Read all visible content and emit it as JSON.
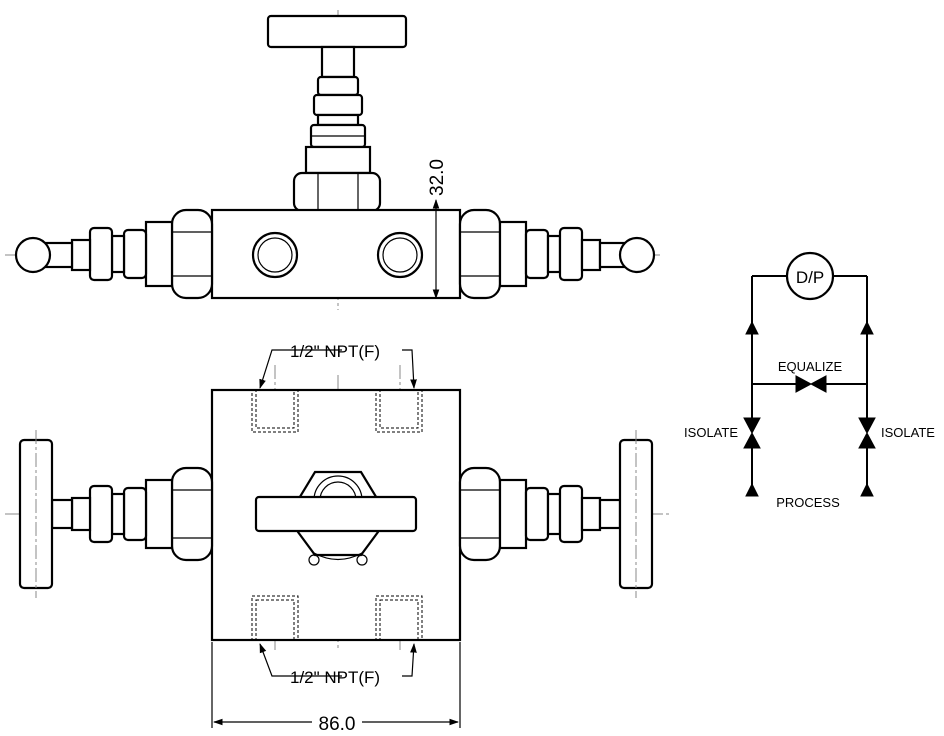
{
  "top_view": {
    "dimension_height": "32.0"
  },
  "front_view": {
    "port_label_top": "1/2\" NPT(F)",
    "port_label_bottom": "1/2\" NPT(F)",
    "dimension_width": "86.0"
  },
  "schematic": {
    "instrument": "D/P",
    "equalize": "EQUALIZE",
    "isolate_left": "ISOLATE",
    "isolate_right": "ISOLATE",
    "process": "PROCESS"
  }
}
